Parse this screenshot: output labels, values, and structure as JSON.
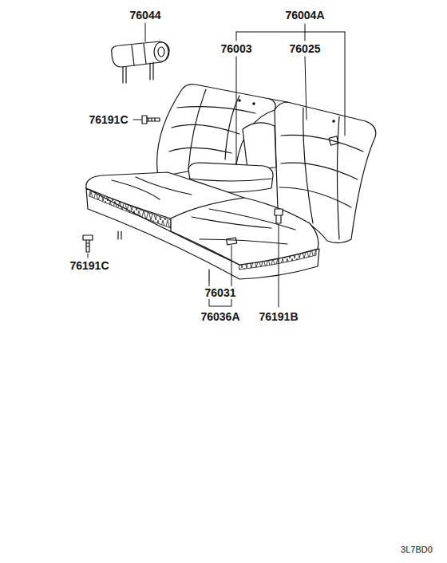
{
  "diagram": {
    "labels": [
      "76044",
      "76004A",
      "76003",
      "76025",
      "76191C",
      "76191C",
      "76031",
      "76036A",
      "76191B",
      "3L7BD0"
    ]
  }
}
